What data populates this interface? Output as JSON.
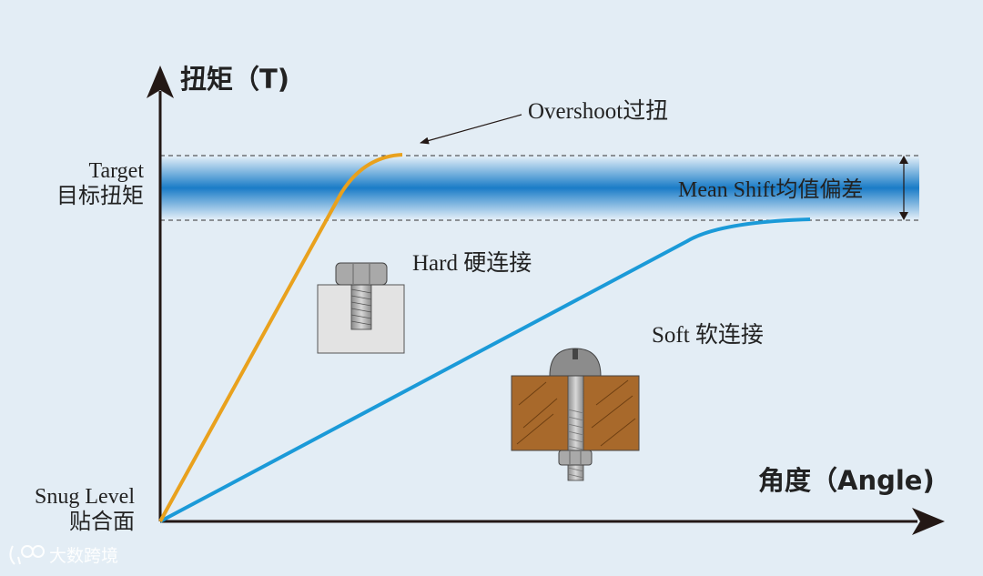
{
  "axes": {
    "y_label": "扭矩（T)",
    "x_label": "角度（Angle)"
  },
  "target": {
    "line1": "Target",
    "line2": "目标扭矩"
  },
  "snug": {
    "line1": "Snug Level",
    "line2": "贴合面"
  },
  "annotations": {
    "overshoot": "Overshoot过扭",
    "mean_shift": "Mean Shift均值偏差",
    "hard": "Hard 硬连接",
    "soft": "Soft 软连接"
  },
  "watermark": "大数跨境",
  "colors": {
    "background": "#e3edf5",
    "band": "#1a7cc7",
    "hard_curve": "#e9a11d",
    "soft_curve": "#1b9ad8",
    "axis": "#231815",
    "wood": "#a8692b"
  }
}
